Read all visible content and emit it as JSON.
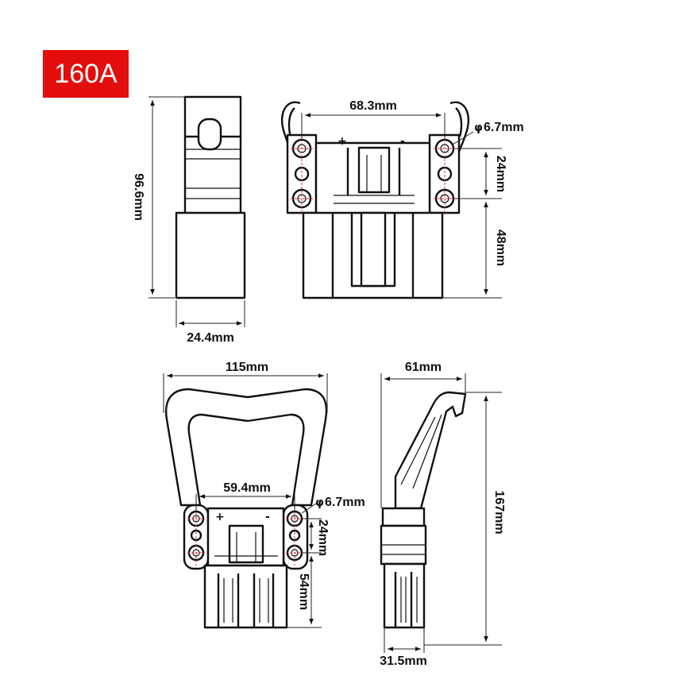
{
  "badge": {
    "label": "160A",
    "color": "#e30d0d"
  },
  "top_left_view": {
    "height_label": "96.6mm",
    "width_label": "24.4mm"
  },
  "top_right_view": {
    "hole_spacing_label": "68.3mm",
    "hole_diameter_label": "6.7mm",
    "diameter_symbol": "φ",
    "hole_pitch_label": "24mm",
    "body_height_label": "48mm",
    "plus_label": "+",
    "minus_label": "-"
  },
  "bottom_left_view": {
    "width_label": "115mm",
    "hole_spacing_label": "59.4mm",
    "hole_diameter_label": "6.7mm",
    "diameter_symbol": "φ",
    "hole_pitch_label": "24mm",
    "body_height_label": "54mm",
    "plus_label": "+",
    "minus_label": "-"
  },
  "bottom_right_view": {
    "depth_label": "61mm",
    "height_label": "167mm",
    "base_label": "31.5mm"
  },
  "colors": {
    "outline": "#111111",
    "centerline": "#e03030",
    "accent": "#e30d0d"
  }
}
